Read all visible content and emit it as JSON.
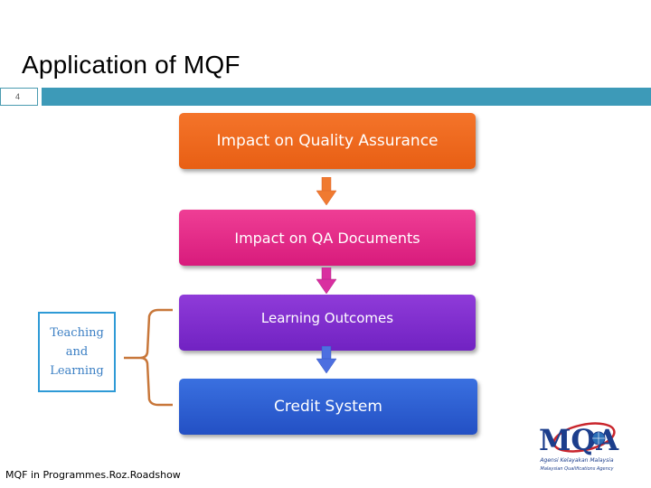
{
  "slide": {
    "title": "Application of MQF",
    "number": "4",
    "footer": "MQF in Programmes.Roz.Roadshow"
  },
  "flow": [
    {
      "label": "Impact on Quality Assurance",
      "color": "#f06a22"
    },
    {
      "label": "Impact on QA Documents",
      "color": "#e32b89"
    },
    {
      "label": "Learning Outcomes",
      "color": "#8030cf"
    },
    {
      "label": "Credit System",
      "color": "#2f60d4"
    }
  ],
  "side_note": {
    "lines": [
      "Teaching",
      "and",
      "Learning"
    ],
    "border_color": "#2e9ad6"
  },
  "logo": {
    "text": "MQA",
    "caption_ms": "Agensi Kelayakan Malaysia",
    "caption_en": "Malaysian Qualifications Agency"
  },
  "colors": {
    "accent_bar": "#3d9ab8",
    "brace": "#c8773a"
  }
}
